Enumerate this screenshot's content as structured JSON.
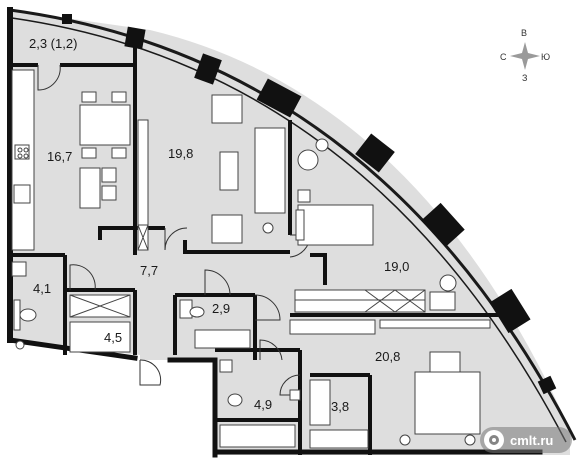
{
  "compass": {
    "north": "С",
    "east": "В",
    "south": "Ю",
    "west": "З"
  },
  "rooms": [
    {
      "id": "balcony",
      "label": "2,3 (1,2)"
    },
    {
      "id": "kitchen",
      "label": "16,7"
    },
    {
      "id": "living",
      "label": "19,8"
    },
    {
      "id": "bedroom-1",
      "label": "19,0"
    },
    {
      "id": "bathroom-1",
      "label": "4,1"
    },
    {
      "id": "hall",
      "label": "7,7"
    },
    {
      "id": "wc",
      "label": "2,9"
    },
    {
      "id": "wardrobe-1",
      "label": "4,5"
    },
    {
      "id": "bedroom-2",
      "label": "20,8"
    },
    {
      "id": "bathroom-2",
      "label": "4,9"
    },
    {
      "id": "wardrobe-2",
      "label": "3,8"
    }
  ],
  "watermark": {
    "text": "cmlt.ru"
  }
}
